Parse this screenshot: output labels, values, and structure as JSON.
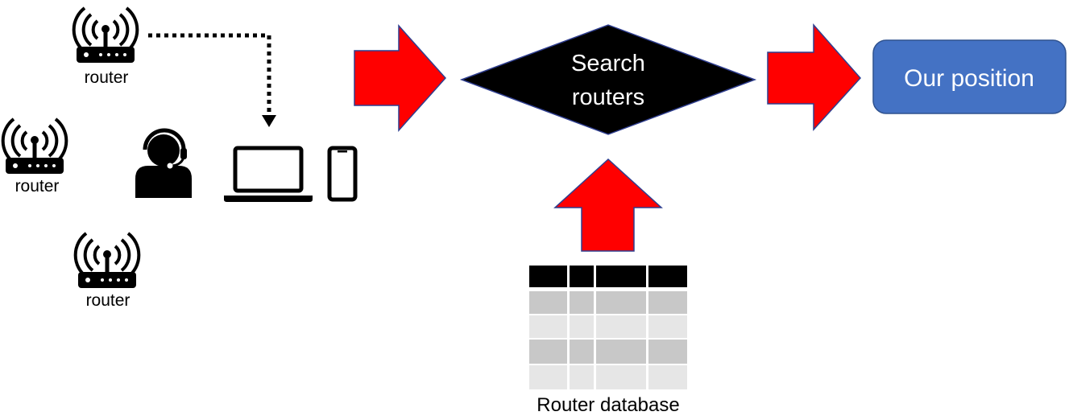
{
  "routers": [
    {
      "label": "router"
    },
    {
      "label": "router"
    },
    {
      "label": "router"
    }
  ],
  "search": {
    "line1": "Search",
    "line2": "routers"
  },
  "output": {
    "label": "Our position"
  },
  "database": {
    "label": "Router database"
  },
  "colors": {
    "arrow_fill": "#ff0000",
    "arrow_stroke": "#2f3e8f",
    "diamond_fill": "#000000",
    "position_box": "#4472c4",
    "table_header": "#000000",
    "table_row_dark": "#c8c8c8",
    "table_row_light": "#e6e6e6"
  },
  "icons": [
    "router-icon",
    "user-headset-icon",
    "laptop-icon",
    "smartphone-icon"
  ]
}
